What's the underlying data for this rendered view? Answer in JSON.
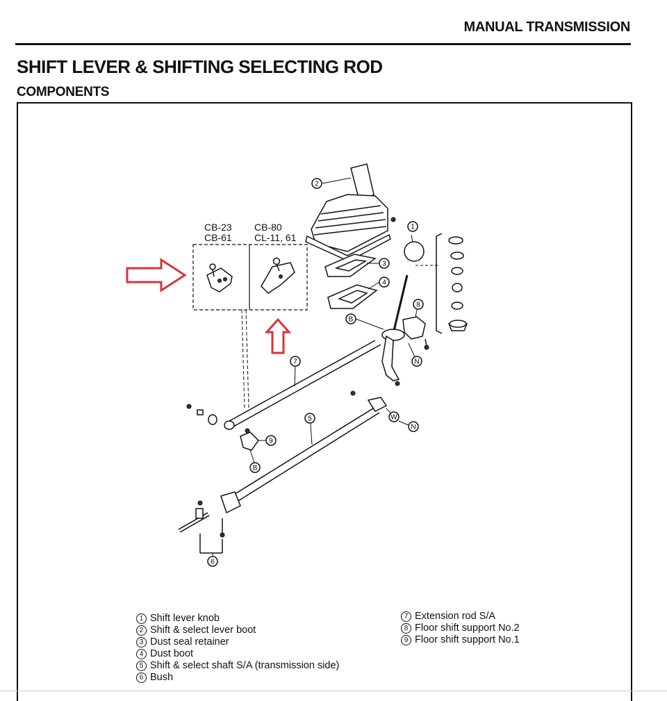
{
  "header": {
    "running_head": "MANUAL TRANSMISSION"
  },
  "title": "SHIFT LEVER & SHIFTING SELECTING ROD",
  "subtitle": "COMPONENTS",
  "variants": {
    "left": {
      "line1": "CB-23",
      "line2": "CB-61"
    },
    "right": {
      "line1": "CB-80",
      "line2": "CL-11, 61"
    }
  },
  "callouts": {
    "c1": "1",
    "c2": "2",
    "c3": "3",
    "c4": "4",
    "c5": "5",
    "c6": "6",
    "c7": "7",
    "c8": "8",
    "c9": "9",
    "b_upper": "B",
    "b_lower": "B",
    "n_upper": "N",
    "n_lower": "N",
    "w": "W"
  },
  "legend": {
    "left": [
      {
        "num": "1",
        "label": "Shift lever knob"
      },
      {
        "num": "2",
        "label": "Shift & select lever boot"
      },
      {
        "num": "3",
        "label": "Dust seal retainer"
      },
      {
        "num": "4",
        "label": "Dust boot"
      },
      {
        "num": "5",
        "label": "Shift & select shaft S/A (transmission side)"
      },
      {
        "num": "6",
        "label": "Bush"
      }
    ],
    "right": [
      {
        "num": "7",
        "label": "Extension rod S/A"
      },
      {
        "num": "8",
        "label": "Floor shift support No.2"
      },
      {
        "num": "9",
        "label": "Floor shift support No.1"
      }
    ]
  },
  "colors": {
    "ink": "#111111",
    "annotation_red": "#d8343a"
  },
  "icons": {
    "right_arrow": "right-arrow-icon",
    "up_arrow": "up-arrow-icon"
  }
}
